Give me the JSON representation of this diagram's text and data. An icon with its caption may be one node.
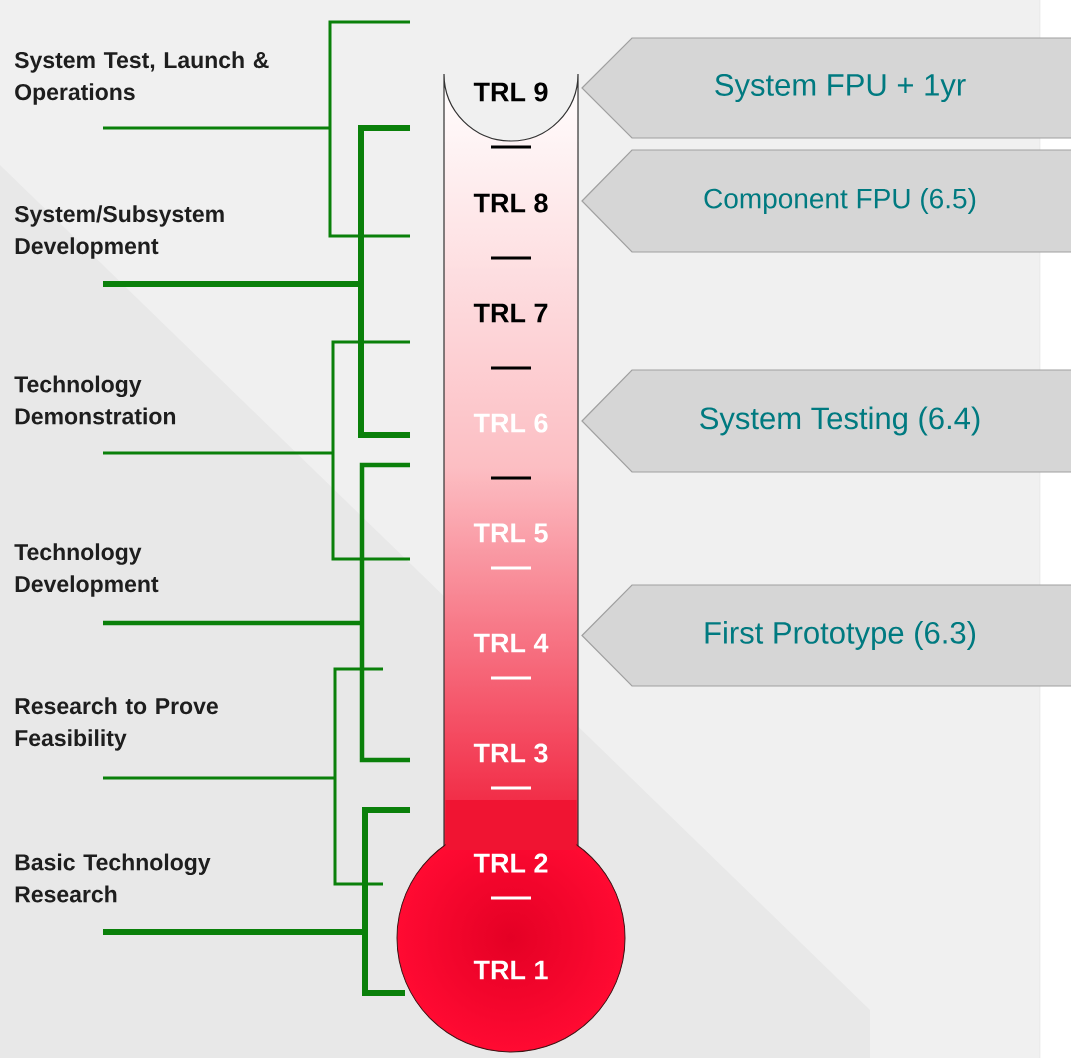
{
  "diagram": {
    "nodes": [
      {
        "text": [
          "TRL 9",
          "TRL 8",
          "TRL 7",
          "TRL 6",
          "TRL 5",
          "TRL 4",
          "TRL 3",
          "TRL 2",
          "TRL 1"
        ]
      },
      {
        "text": [
          "System FPU + 1yr"
        ]
      },
      {
        "text": [
          "Component FPU (6.5)"
        ]
      },
      {
        "text": [
          "System Testing (6.4)"
        ]
      },
      {
        "text": [
          "First Prototype (6.3)"
        ]
      }
    ],
    "labels": [
      "System Test, Launch & Operations",
      "System/Subsystem Development",
      "Technology Demonstration",
      "Technology Development",
      "Research to Prove Feasibility",
      "Basic Technology Research"
    ]
  }
}
